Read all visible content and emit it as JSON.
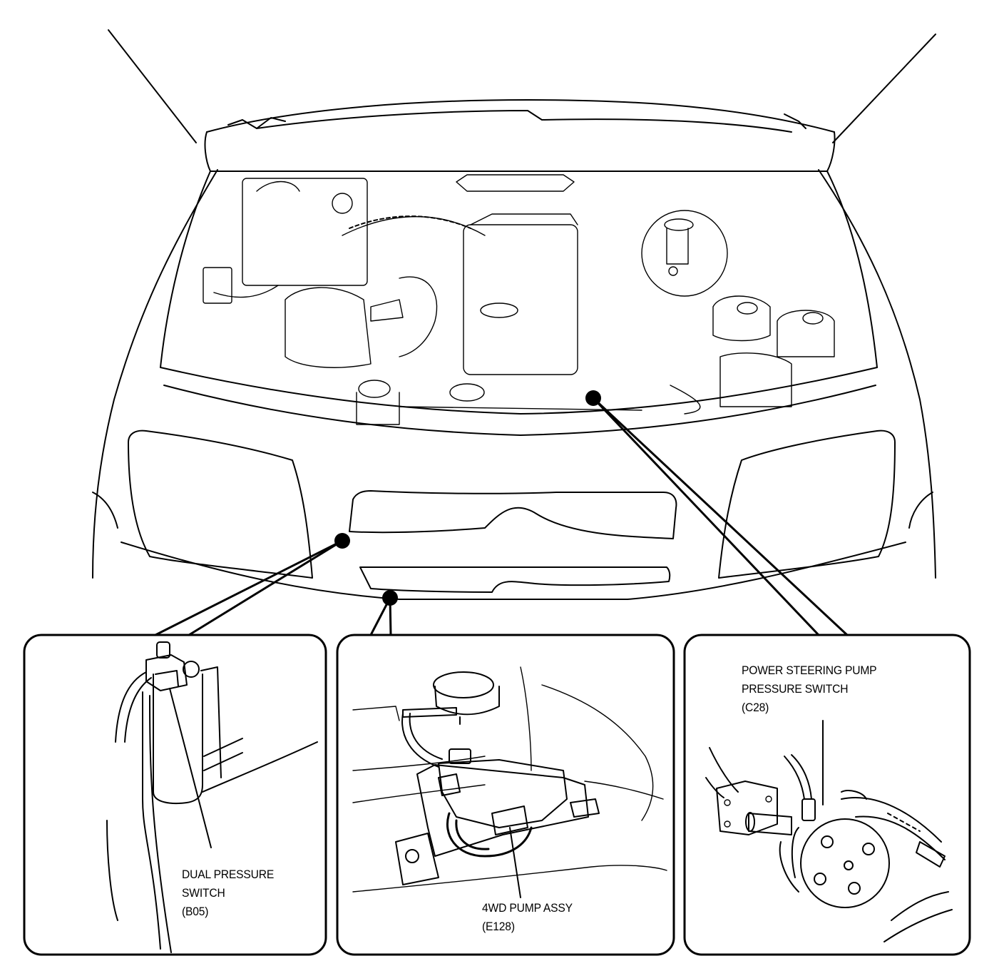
{
  "callouts": [
    {
      "id": "dual-pressure-switch",
      "name_line1": "DUAL PRESSURE",
      "name_line2": "SWITCH",
      "code": "(B05)"
    },
    {
      "id": "4wd-pump-assy",
      "name_line1": "4WD PUMP ASSY",
      "code": "(E128)"
    },
    {
      "id": "power-steering-pump-pressure-switch",
      "name_line1": "POWER STEERING PUMP",
      "name_line2": "PRESSURE SWITCH",
      "code": "(C28)"
    }
  ]
}
